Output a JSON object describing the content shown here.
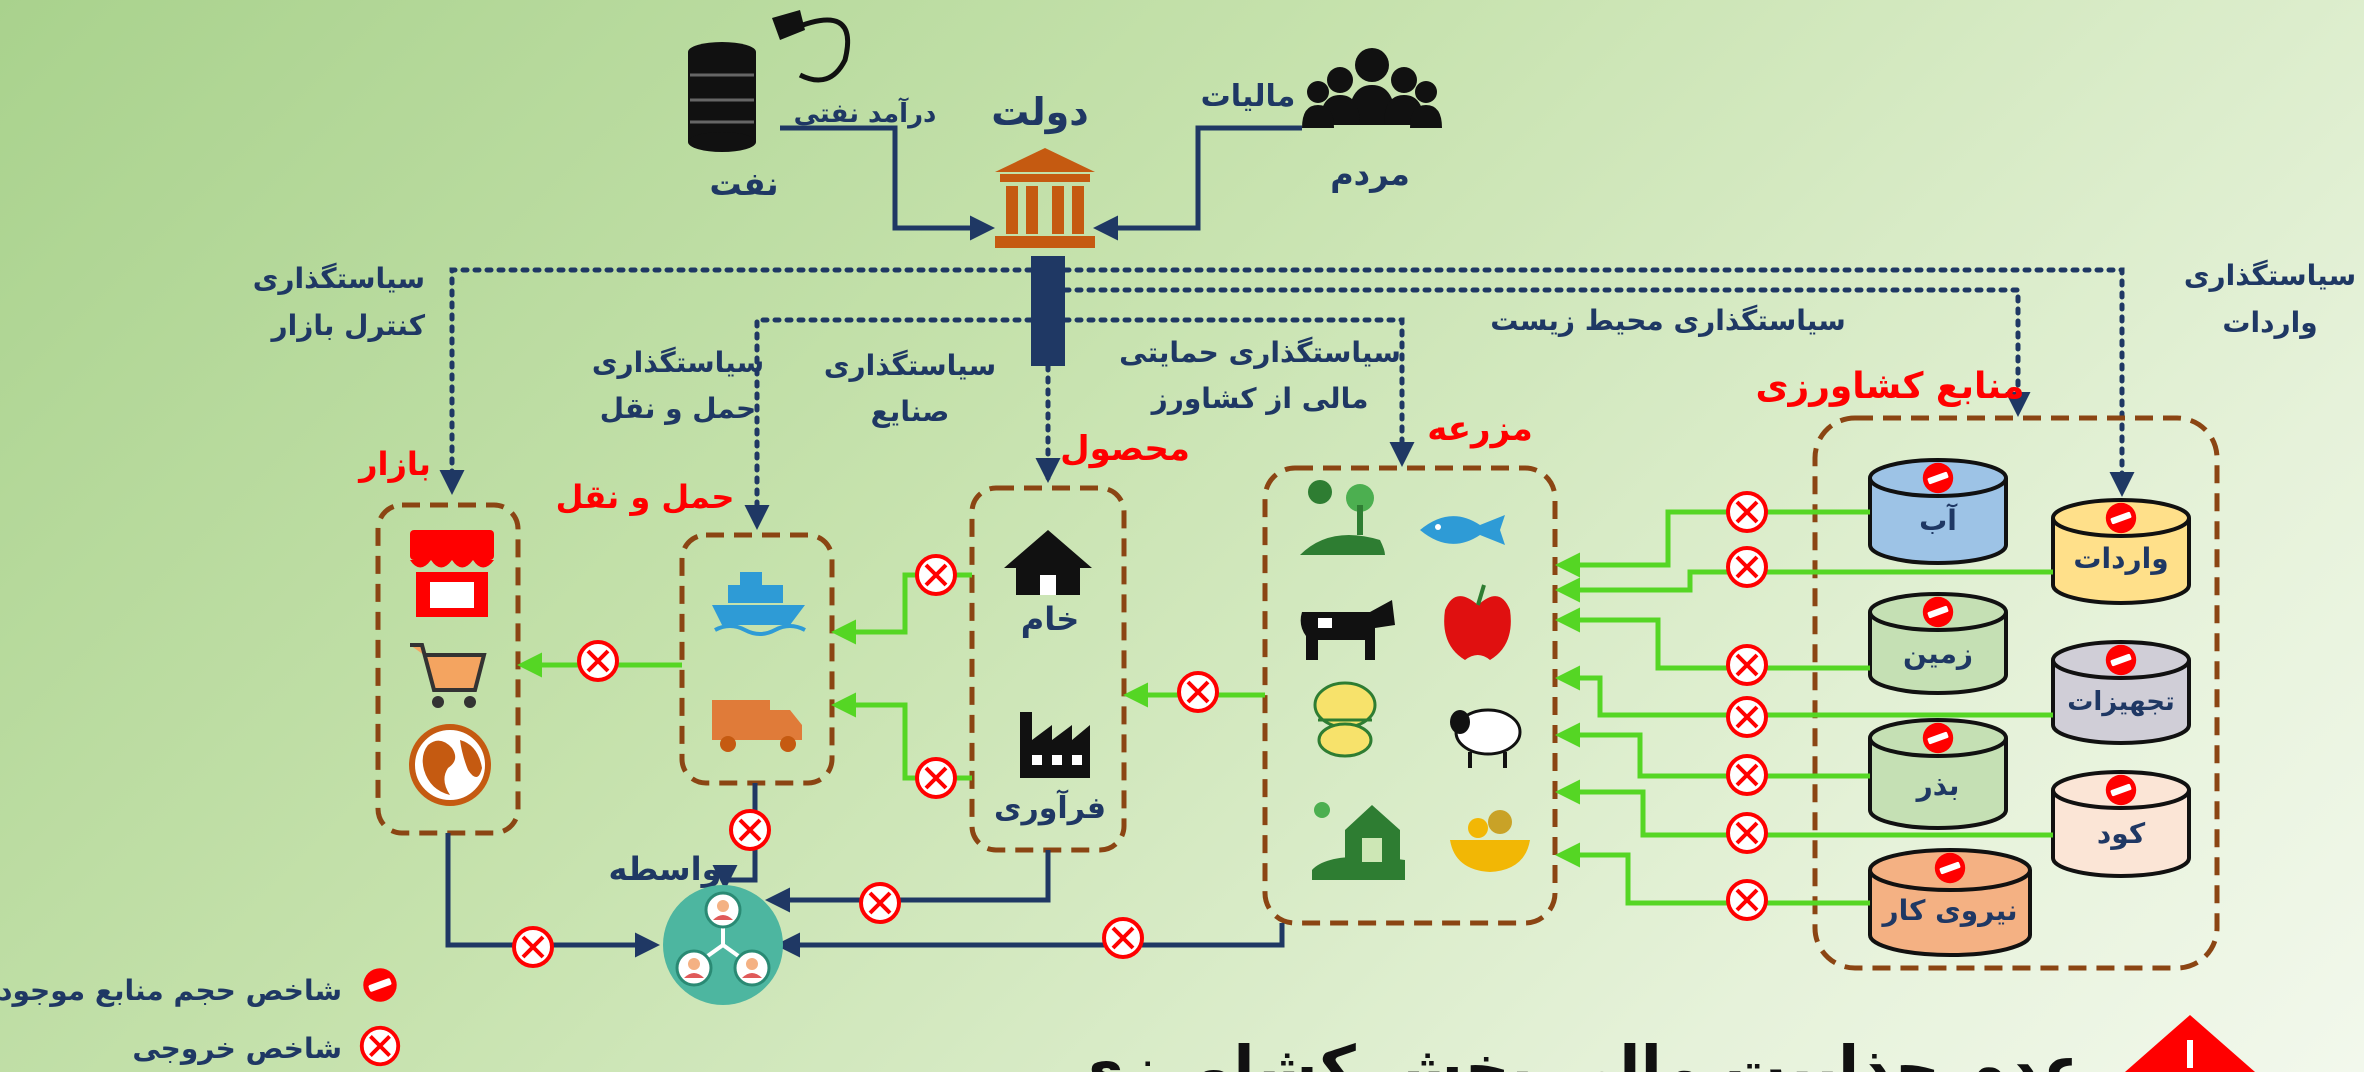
{
  "government": {
    "label": "دولت",
    "oil_revenue": "درآمد نفتی",
    "taxes": "مالیات"
  },
  "oil": {
    "label": "نفت"
  },
  "people": {
    "label": "مردم"
  },
  "policies": {
    "market_control": [
      "سیاستگذاری",
      "کنترل بازار"
    ],
    "transport": [
      "سیاستگذاری",
      "حمل و نقل"
    ],
    "industries": [
      "سیاستگذاری",
      "صنایع"
    ],
    "farmer_support": [
      "سیاستگذاری حمایتی",
      "مالی از کشاورز"
    ],
    "environment": "سیاستگذاری محیط زیست",
    "imports": [
      "سیاستگذاری",
      "واردات"
    ]
  },
  "sections": {
    "market": "بازار",
    "transport": "حمل و نقل",
    "product": "محصول",
    "farm": "مزرعه",
    "resources": "منابع کشاورزی",
    "intermediary": "واسطه"
  },
  "product": {
    "raw": "خام",
    "processed": "فرآوری"
  },
  "resources": {
    "water": "آب",
    "imports": "واردات",
    "land": "زمین",
    "equipment": "تجهیزات",
    "seed": "بذر",
    "fertilizer": "کود",
    "labor": "نیروی کار"
  },
  "legend": {
    "resource_index": "شاخص حجم منابع موجود",
    "output_index": "شاخص خروجی"
  },
  "footer_title": "عدم جذابیت مالی بخش کشاورزی",
  "colors": {
    "navy": "#1f3864",
    "green": "#55d624",
    "red": "#ff0000",
    "brown": "#8b4513",
    "orange_brown": "#c55a11"
  }
}
